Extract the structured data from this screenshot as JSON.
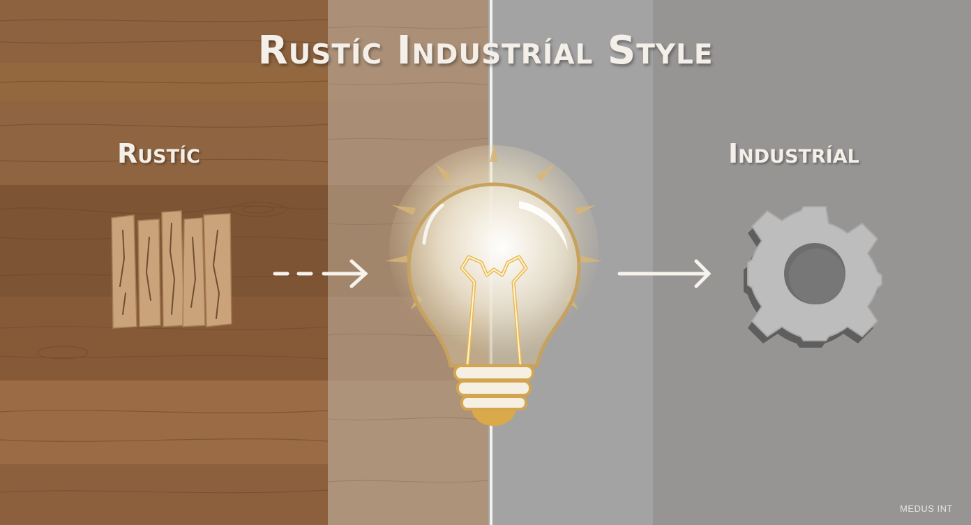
{
  "title": "Rustíc Industríal Style",
  "left_label": "Rustíc",
  "right_label": "Industríal",
  "watermark": "MEDUS INT",
  "colors": {
    "wood_dark": "#8a5f3b",
    "wood_light": "#a88d74",
    "steel_light": "#a3a3a3",
    "steel_dark": "#979594",
    "text": "#f4efe8",
    "bulb_gold": "#e2b660",
    "gear_gray": "#b9b9b9"
  },
  "icons": {
    "left": "wood-planks-icon",
    "center": "light-bulb-icon",
    "right": "gear-icon",
    "arrow_left": "dashed-arrow-icon",
    "arrow_right": "solid-arrow-icon"
  }
}
